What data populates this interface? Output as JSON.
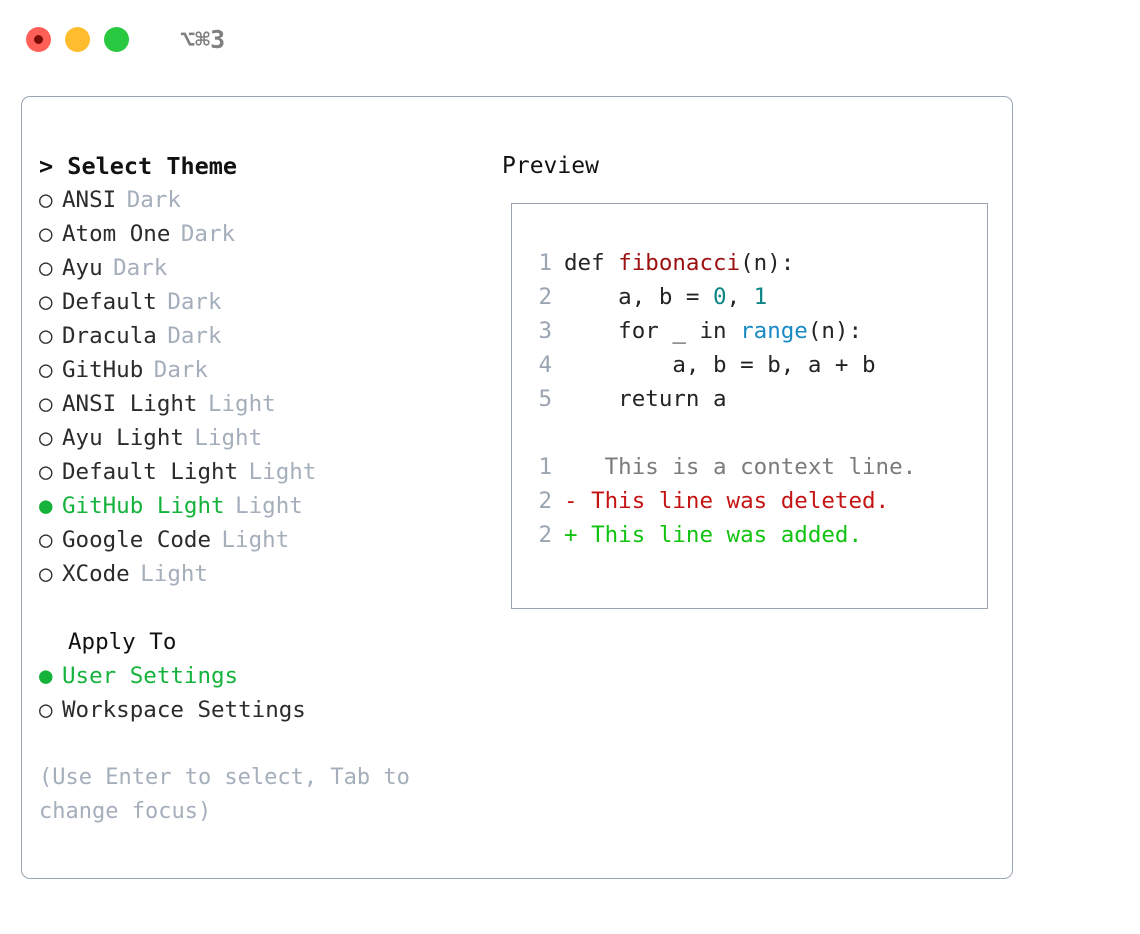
{
  "titlebar": {
    "shortcut": "⌥⌘3",
    "buttons": [
      {
        "name": "close",
        "color": "#ff5f57"
      },
      {
        "name": "minimize",
        "color": "#ffbd2e"
      },
      {
        "name": "maximize",
        "color": "#28c840"
      }
    ]
  },
  "theme_panel": {
    "header": "> Select Theme",
    "marker_selected": "●",
    "marker_unselected": "○",
    "themes": [
      {
        "name": "ANSI",
        "tag": "Dark",
        "selected": false
      },
      {
        "name": "Atom One",
        "tag": "Dark",
        "selected": false
      },
      {
        "name": "Ayu",
        "tag": "Dark",
        "selected": false
      },
      {
        "name": "Default",
        "tag": "Dark",
        "selected": false
      },
      {
        "name": "Dracula",
        "tag": "Dark",
        "selected": false
      },
      {
        "name": "GitHub",
        "tag": "Dark",
        "selected": false
      },
      {
        "name": "ANSI Light",
        "tag": "Light",
        "selected": false
      },
      {
        "name": "Ayu Light",
        "tag": "Light",
        "selected": false
      },
      {
        "name": "Default Light",
        "tag": "Light",
        "selected": false
      },
      {
        "name": "GitHub Light",
        "tag": "Light",
        "selected": true
      },
      {
        "name": "Google Code",
        "tag": "Light",
        "selected": false
      },
      {
        "name": "XCode",
        "tag": "Light",
        "selected": false
      }
    ],
    "apply_to": {
      "title": "Apply To",
      "options": [
        {
          "name": "User Settings",
          "selected": true
        },
        {
          "name": "Workspace Settings",
          "selected": false
        }
      ]
    },
    "hint": "(Use Enter to select, Tab to change focus)"
  },
  "preview": {
    "title": "Preview",
    "code_lines": [
      {
        "no": "1",
        "segments": [
          {
            "text": "def ",
            "style": "plain"
          },
          {
            "text": "fibonacci",
            "style": "fn"
          },
          {
            "text": "(n):",
            "style": "plain"
          }
        ]
      },
      {
        "no": "2",
        "segments": [
          {
            "text": "    a, b = ",
            "style": "plain"
          },
          {
            "text": "0",
            "style": "num"
          },
          {
            "text": ", ",
            "style": "plain"
          },
          {
            "text": "1",
            "style": "num"
          }
        ]
      },
      {
        "no": "3",
        "segments": [
          {
            "text": "    for _ in ",
            "style": "plain"
          },
          {
            "text": "range",
            "style": "call"
          },
          {
            "text": "(n):",
            "style": "plain"
          }
        ]
      },
      {
        "no": "4",
        "segments": [
          {
            "text": "        a, b = b, a + b",
            "style": "plain"
          }
        ]
      },
      {
        "no": "5",
        "segments": [
          {
            "text": "    return a",
            "style": "plain"
          }
        ]
      }
    ],
    "diff_lines": [
      {
        "no": "1",
        "marker": " ",
        "text": "  This is a context line.",
        "kind": "context"
      },
      {
        "no": "2",
        "marker": "-",
        "text": " This line was deleted.",
        "kind": "deleted"
      },
      {
        "no": "2",
        "marker": "+",
        "text": " This line was added.",
        "kind": "added"
      }
    ]
  },
  "colors": {
    "accent_green": "#15b33c",
    "muted": "#a5aebb",
    "border": "#9aa5b1",
    "fn_red": "#9b1111",
    "num_teal": "#0b8585",
    "call_blue": "#1a8ac4",
    "diff_deleted": "#c41414",
    "diff_added": "#12c312"
  }
}
